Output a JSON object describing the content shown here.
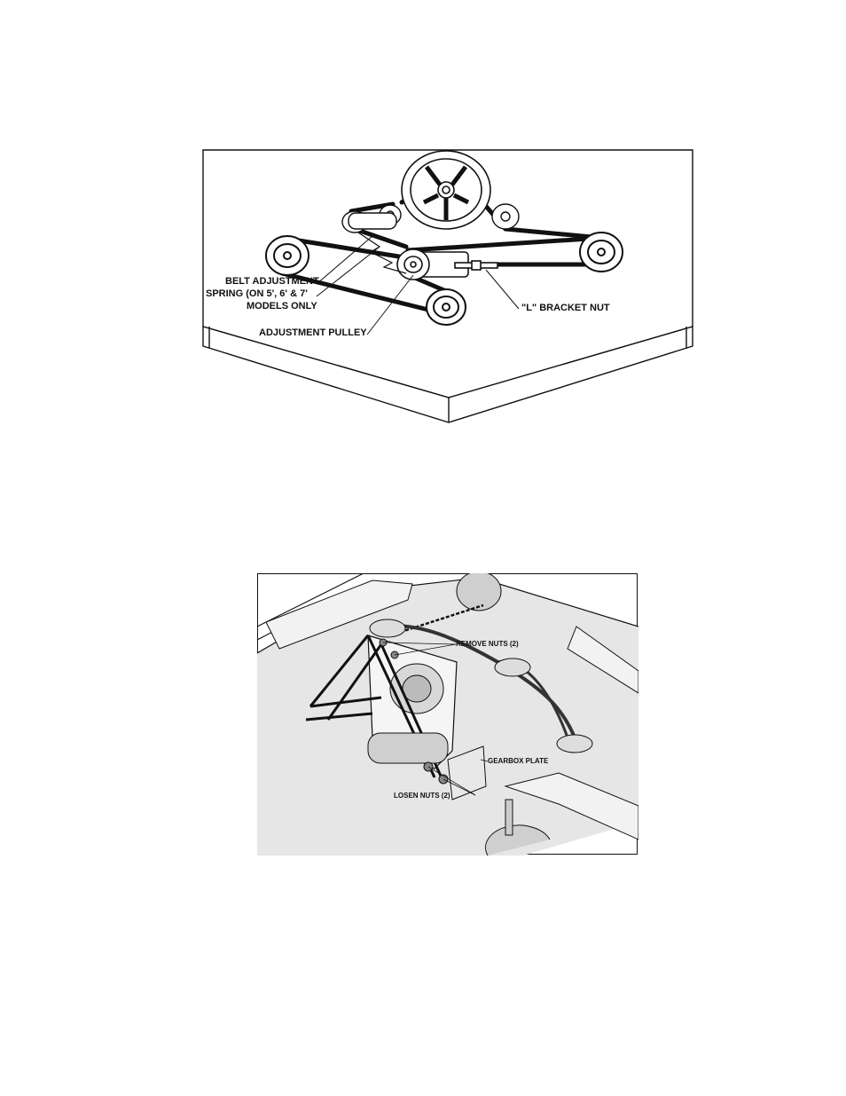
{
  "figure1": {
    "labels": {
      "belt_spring_line1": "BELT ADJUSTMENT",
      "belt_spring_line2": "SPRING (ON 5', 6' & 7'",
      "belt_spring_line3": "MODELS ONLY",
      "adjustment_pulley": "ADJUSTMENT PULLEY",
      "l_bracket_nut": "\"L\" BRACKET NUT"
    }
  },
  "figure2": {
    "labels": {
      "remove_nuts": "REMOVE NUTS (2)",
      "gearbox_plate": "GEARBOX PLATE",
      "losen_nuts": "LOSEN NUTS (2)"
    }
  }
}
